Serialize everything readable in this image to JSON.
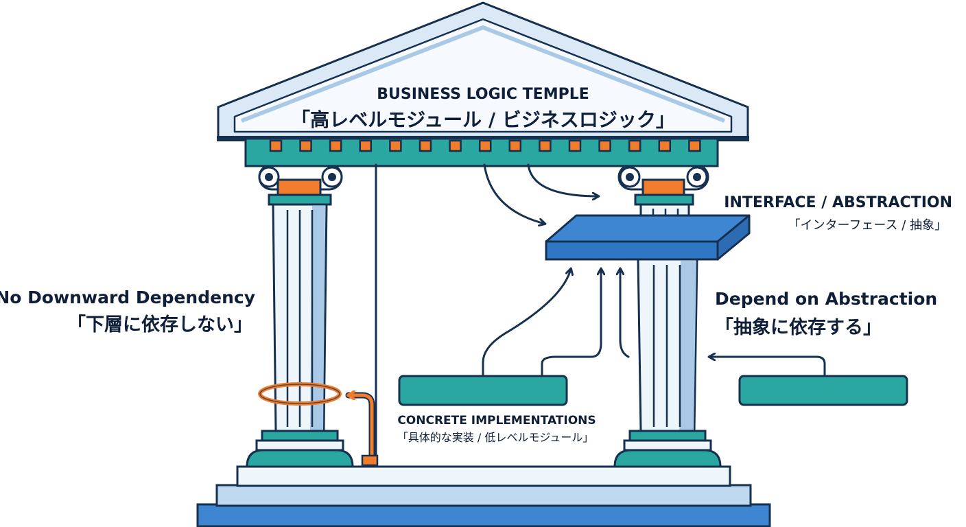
{
  "temple": {
    "title": "BUSINESS LOGIC TEMPLE",
    "subtitle": "「高レベルモジュール / ビジネスロジック」"
  },
  "interface": {
    "title": "INTERFACE / ABSTRACTION",
    "subtitle": "「インターフェース / 抽象」"
  },
  "left_note": {
    "title": "No Downward Dependency",
    "subtitle": "「下層に依存しない」"
  },
  "right_note": {
    "title": "Depend on Abstraction",
    "subtitle": "「抽象に依存する」"
  },
  "concrete": {
    "title": "CONCRETE IMPLEMENTATIONS",
    "subtitle": "「具体的な実装 / 低レベルモジュール」"
  },
  "colors": {
    "navy": "#16304f",
    "teal": "#2aa7a0",
    "orange": "#f07c2c",
    "blue": "#3f86d2",
    "light_blue": "#dbe9f6"
  }
}
